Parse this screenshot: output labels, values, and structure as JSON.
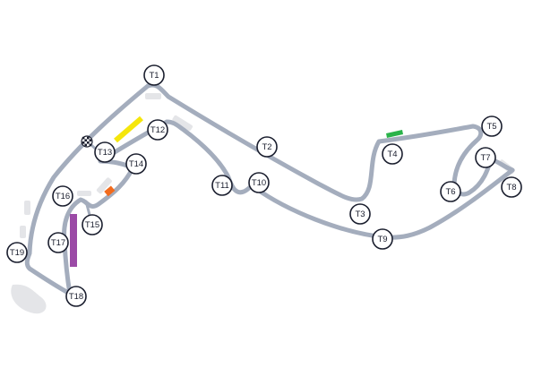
{
  "map": {
    "colors": {
      "background": "#ffffff",
      "track": "#a4adbd",
      "runoff": "#e4e5e8",
      "marker_fill": "#ffffff",
      "marker_stroke": "#1a1e2e",
      "marker_text": "#1a1e2e",
      "sector_yellow": "#f5e60c",
      "sector_orange": "#f26b1d",
      "sector_purple": "#9b4aa6",
      "sector_green": "#2bb34a"
    },
    "icons": {
      "start_finish": "checkered-flag-icon"
    },
    "turns": [
      {
        "id": "T1",
        "label": "T1"
      },
      {
        "id": "T2",
        "label": "T2"
      },
      {
        "id": "T3",
        "label": "T3"
      },
      {
        "id": "T4",
        "label": "T4"
      },
      {
        "id": "T5",
        "label": "T5"
      },
      {
        "id": "T6",
        "label": "T6"
      },
      {
        "id": "T7",
        "label": "T7"
      },
      {
        "id": "T8",
        "label": "T8"
      },
      {
        "id": "T9",
        "label": "T9"
      },
      {
        "id": "T10",
        "label": "T10"
      },
      {
        "id": "T11",
        "label": "T11"
      },
      {
        "id": "T12",
        "label": "T12"
      },
      {
        "id": "T13",
        "label": "T13"
      },
      {
        "id": "T14",
        "label": "T14"
      },
      {
        "id": "T15",
        "label": "T15"
      },
      {
        "id": "T16",
        "label": "T16"
      },
      {
        "id": "T17",
        "label": "T17"
      },
      {
        "id": "T18",
        "label": "T18"
      },
      {
        "id": "T19",
        "label": "T19"
      }
    ]
  }
}
